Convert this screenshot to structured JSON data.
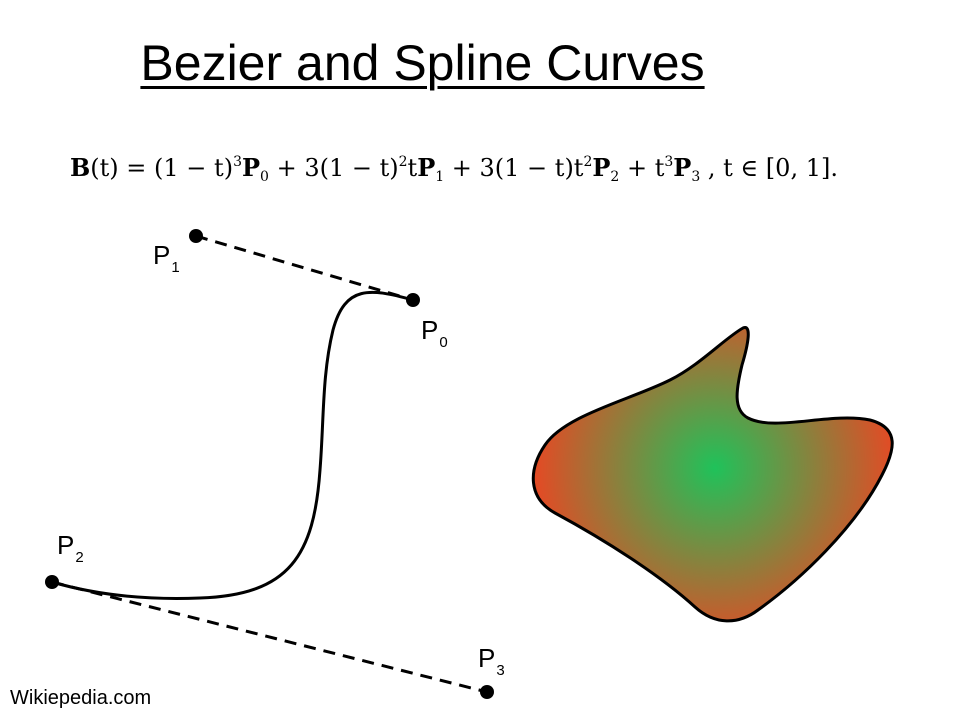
{
  "title": "Bezier and Spline Curves",
  "formula": {
    "lhs_bold": "B",
    "lhs_arg": "(t) = ",
    "term0": "(1 − t)",
    "term0_exp": "3",
    "p0": "P",
    "p0_sub": "0",
    "plus1": " + 3(1 − t)",
    "term1_exp": "2",
    "term1_t": "t",
    "p1": "P",
    "p1_sub": "1",
    "plus2": " + 3(1 − t)t",
    "term2_exp": "2",
    "p2": "P",
    "p2_sub": "2",
    "plus3": " + t",
    "term3_exp": "3",
    "p3": "P",
    "p3_sub": "3",
    "domain": " ,  t ∈ [0, 1]."
  },
  "points": {
    "p0": {
      "letter": "P",
      "sub": "0"
    },
    "p1": {
      "letter": "P",
      "sub": "1"
    },
    "p2": {
      "letter": "P",
      "sub": "2"
    },
    "p3": {
      "letter": "P",
      "sub": "3"
    }
  },
  "colors": {
    "blob_center": "#1fc25a",
    "blob_edge": "#ee4422",
    "stroke": "#000000"
  },
  "source": "Wikiepedia.com"
}
